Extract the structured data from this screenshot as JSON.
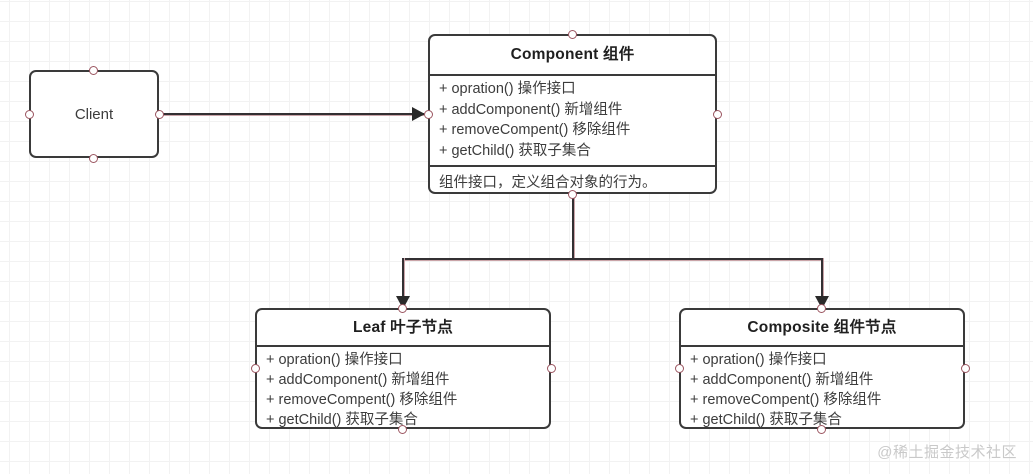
{
  "diagram": {
    "title": "Composite Pattern UML Class Diagram",
    "colors": {
      "box_border": "#3a3a3a",
      "connector": "#333033",
      "connector_highlight": "#caa4a8",
      "port_stroke": "#9b5560",
      "text": "#3c3c3c",
      "grid_minor": "#f2f2f2",
      "grid_major": "#ededed",
      "watermark": "#c9c9c9"
    }
  },
  "client": {
    "label": "Client"
  },
  "component": {
    "title": "Component 组件",
    "methods": [
      "+ opration() 操作接口",
      "+ addComponent() 新增组件",
      "+ removeCompent() 移除组件",
      "+ getChild() 获取子集合"
    ],
    "description": "组件接口，定义组合对象的行为。"
  },
  "leaf": {
    "title": "Leaf 叶子节点",
    "methods": [
      "+ opration() 操作接口",
      "+ addComponent() 新增组件",
      "+ removeCompent() 移除组件",
      "+ getChild() 获取子集合"
    ]
  },
  "composite": {
    "title": "Composite 组件节点",
    "methods": [
      "+ opration() 操作接口",
      "+ addComponent() 新增组件",
      "+ removeCompent() 移除组件",
      "+ getChild() 获取子集合"
    ]
  },
  "watermark": {
    "text": "@稀土掘金技术社区"
  }
}
